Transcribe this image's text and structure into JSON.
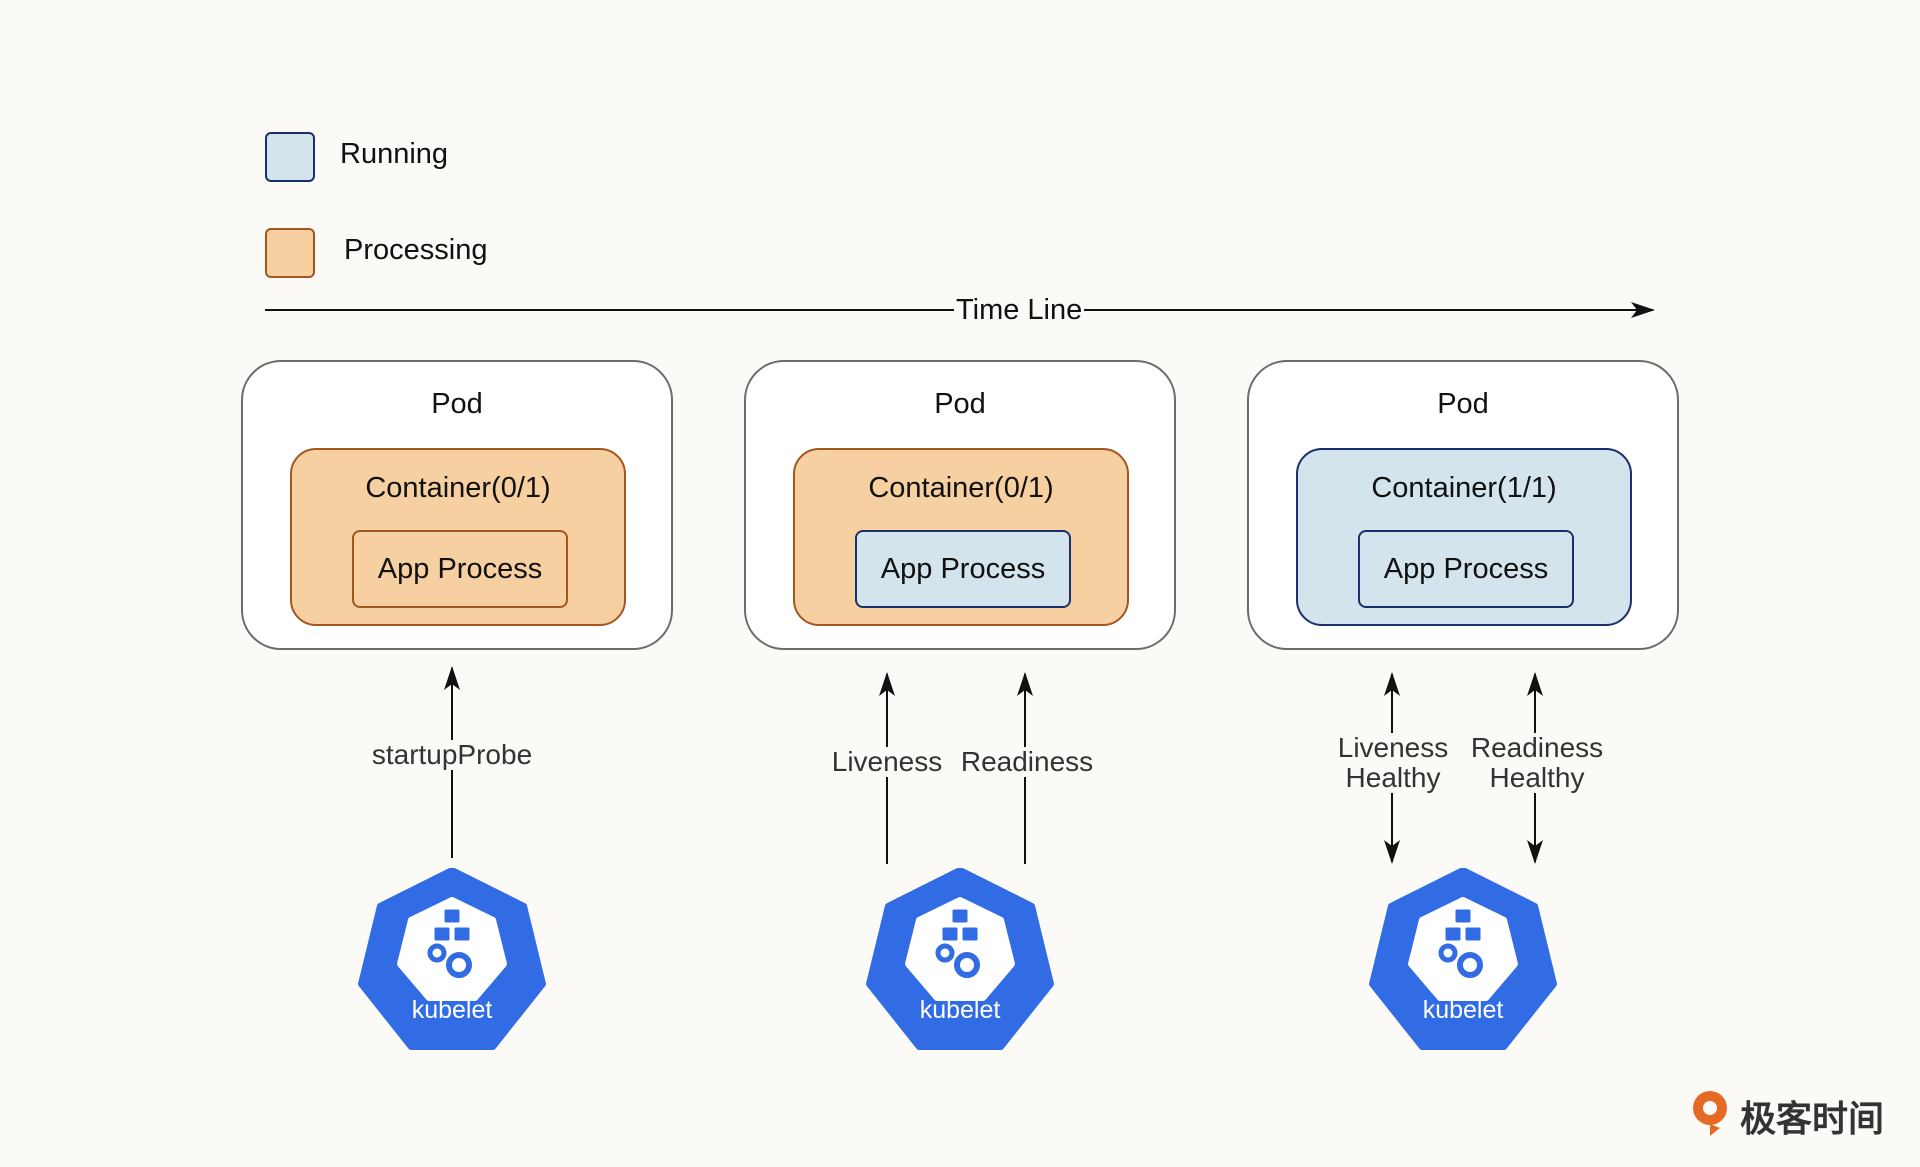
{
  "legend": [
    {
      "label": "Running",
      "fill": "#d3e4ec",
      "stroke": "#1b2f6e"
    },
    {
      "label": "Processing",
      "fill": "#f6d0a0",
      "stroke": "#a4561f"
    }
  ],
  "timeline": {
    "label": "Time Line"
  },
  "pods": [
    {
      "title": "Pod",
      "container": {
        "label": "Container(0/1)",
        "state": "processing"
      },
      "app": {
        "label": "App Process",
        "state": "processing"
      }
    },
    {
      "title": "Pod",
      "container": {
        "label": "Container(0/1)",
        "state": "processing"
      },
      "app": {
        "label": "App Process",
        "state": "running"
      }
    },
    {
      "title": "Pod",
      "container": {
        "label": "Container(1/1)",
        "state": "running"
      },
      "app": {
        "label": "App Process",
        "state": "running"
      }
    }
  ],
  "probes": {
    "pod1": {
      "label": "startupProbe"
    },
    "pod2": {
      "liveness": "Liveness",
      "readiness": "Readiness"
    },
    "pod3": {
      "liveness_1": "Liveness",
      "liveness_2": "Healthy",
      "readiness_1": "Readiness",
      "readiness_2": "Healthy"
    }
  },
  "kubelets": [
    {
      "label": "kubelet",
      "color": "#326ce5"
    },
    {
      "label": "kubelet",
      "color": "#326ce5"
    },
    {
      "label": "kubelet",
      "color": "#326ce5"
    }
  ],
  "brand": {
    "text": "极客时间",
    "color": "#e56b24"
  }
}
